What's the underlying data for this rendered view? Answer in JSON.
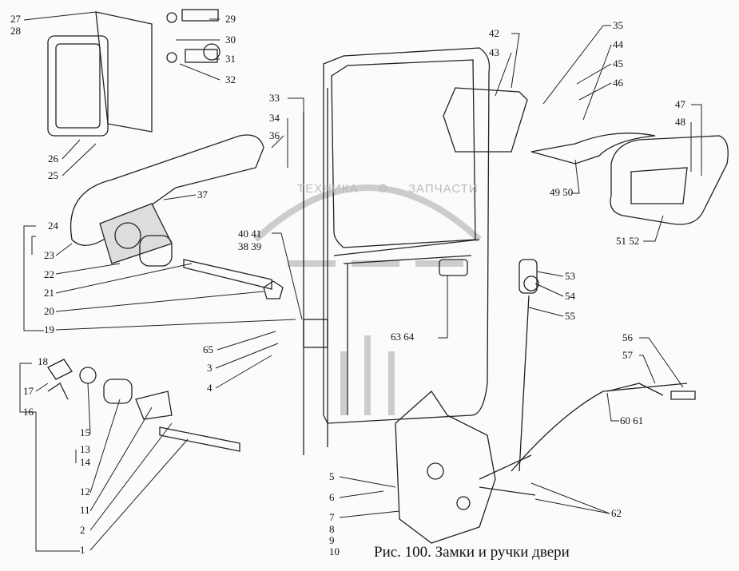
{
  "caption": "Рис. 100. Замки  и ручки двери",
  "watermark": {
    "left": "ТЕХНИКА",
    "icon": "gear-icon",
    "right": "ЗАПЧАСТИ"
  },
  "labels": [
    {
      "id": "l27",
      "text": "27"
    },
    {
      "id": "l28",
      "text": "28"
    },
    {
      "id": "l29",
      "text": "29"
    },
    {
      "id": "l30",
      "text": "30"
    },
    {
      "id": "l31",
      "text": "31"
    },
    {
      "id": "l32",
      "text": "32"
    },
    {
      "id": "l33",
      "text": "33"
    },
    {
      "id": "l34",
      "text": "34"
    },
    {
      "id": "l36",
      "text": "36"
    },
    {
      "id": "l37",
      "text": "37"
    },
    {
      "id": "l26",
      "text": "26"
    },
    {
      "id": "l25",
      "text": "25"
    },
    {
      "id": "l24",
      "text": "24"
    },
    {
      "id": "l23",
      "text": "23"
    },
    {
      "id": "l22",
      "text": "22"
    },
    {
      "id": "l21",
      "text": "21"
    },
    {
      "id": "l20",
      "text": "20"
    },
    {
      "id": "l19",
      "text": "19"
    },
    {
      "id": "l4041",
      "text": "40 41"
    },
    {
      "id": "l3839",
      "text": "38 39"
    },
    {
      "id": "l65",
      "text": "65"
    },
    {
      "id": "l3",
      "text": "3"
    },
    {
      "id": "l4",
      "text": "4"
    },
    {
      "id": "l18",
      "text": "18"
    },
    {
      "id": "l17",
      "text": "17"
    },
    {
      "id": "l16",
      "text": "16"
    },
    {
      "id": "l15",
      "text": "15"
    },
    {
      "id": "l13",
      "text": "13"
    },
    {
      "id": "l14",
      "text": "14"
    },
    {
      "id": "l12",
      "text": "12"
    },
    {
      "id": "l11",
      "text": "11"
    },
    {
      "id": "l2",
      "text": "2"
    },
    {
      "id": "l1",
      "text": "1"
    },
    {
      "id": "l42",
      "text": "42"
    },
    {
      "id": "l43",
      "text": "43"
    },
    {
      "id": "l35",
      "text": "35"
    },
    {
      "id": "l44",
      "text": "44"
    },
    {
      "id": "l45",
      "text": "45"
    },
    {
      "id": "l46",
      "text": "46"
    },
    {
      "id": "l47",
      "text": "47"
    },
    {
      "id": "l48",
      "text": "48"
    },
    {
      "id": "l4950",
      "text": "49 50"
    },
    {
      "id": "l5152",
      "text": "51 52"
    },
    {
      "id": "l53",
      "text": "53"
    },
    {
      "id": "l54",
      "text": "54"
    },
    {
      "id": "l55",
      "text": "55"
    },
    {
      "id": "l6364",
      "text": "63 64"
    },
    {
      "id": "l56",
      "text": "56"
    },
    {
      "id": "l57",
      "text": "57"
    },
    {
      "id": "l6061",
      "text": "60 61"
    },
    {
      "id": "l62",
      "text": "62"
    },
    {
      "id": "l5",
      "text": "5"
    },
    {
      "id": "l6",
      "text": "6"
    },
    {
      "id": "l7",
      "text": "7"
    },
    {
      "id": "l8",
      "text": "8"
    },
    {
      "id": "l9",
      "text": "9"
    },
    {
      "id": "l10",
      "text": "10"
    }
  ]
}
